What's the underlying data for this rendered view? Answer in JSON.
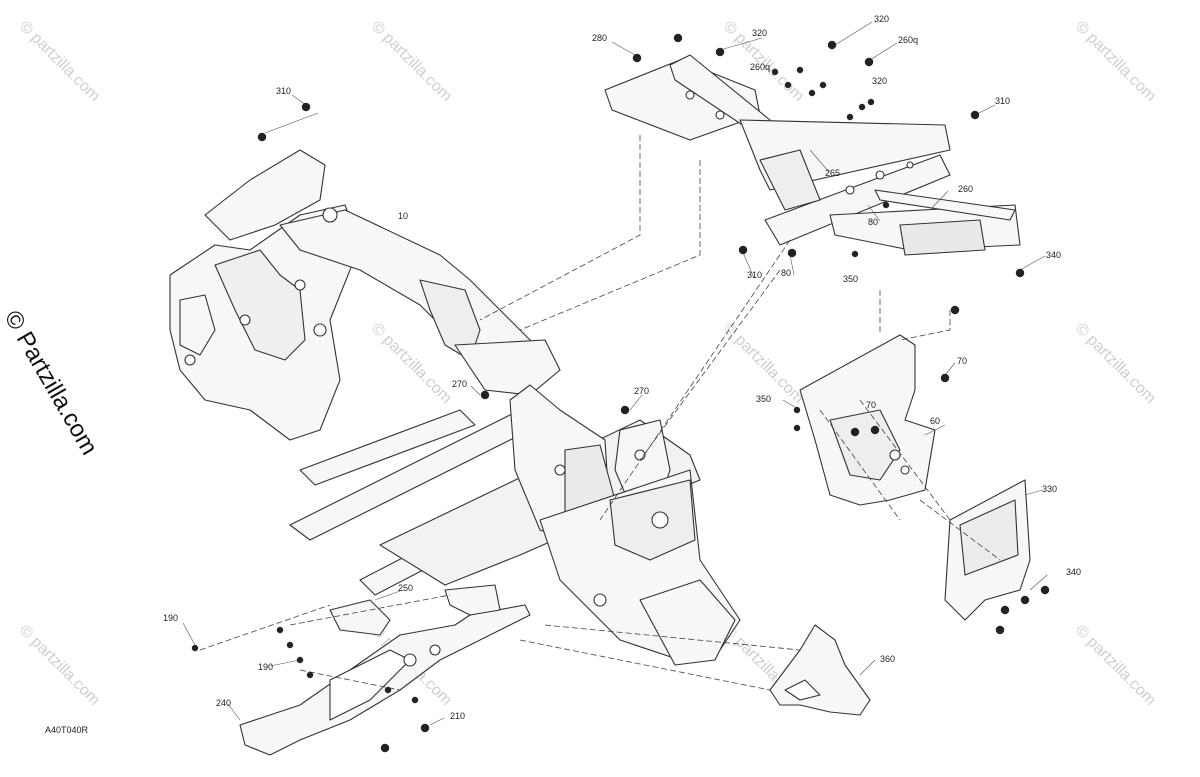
{
  "diagram": {
    "reference_code": "A40T040R",
    "copyright_side": "© Partzilla.com",
    "watermark_text": "© partzilla.com",
    "line_color": "#333333",
    "fill_color": "#f7f7f7",
    "parts": [
      "10",
      "60",
      "70",
      "70",
      "80",
      "80",
      "190",
      "190",
      "210",
      "240",
      "250",
      "260",
      "260q",
      "260q",
      "265",
      "270",
      "270",
      "280",
      "310",
      "310",
      "310",
      "320",
      "320",
      "320",
      "330",
      "340",
      "340",
      "350",
      "350",
      "360"
    ]
  }
}
